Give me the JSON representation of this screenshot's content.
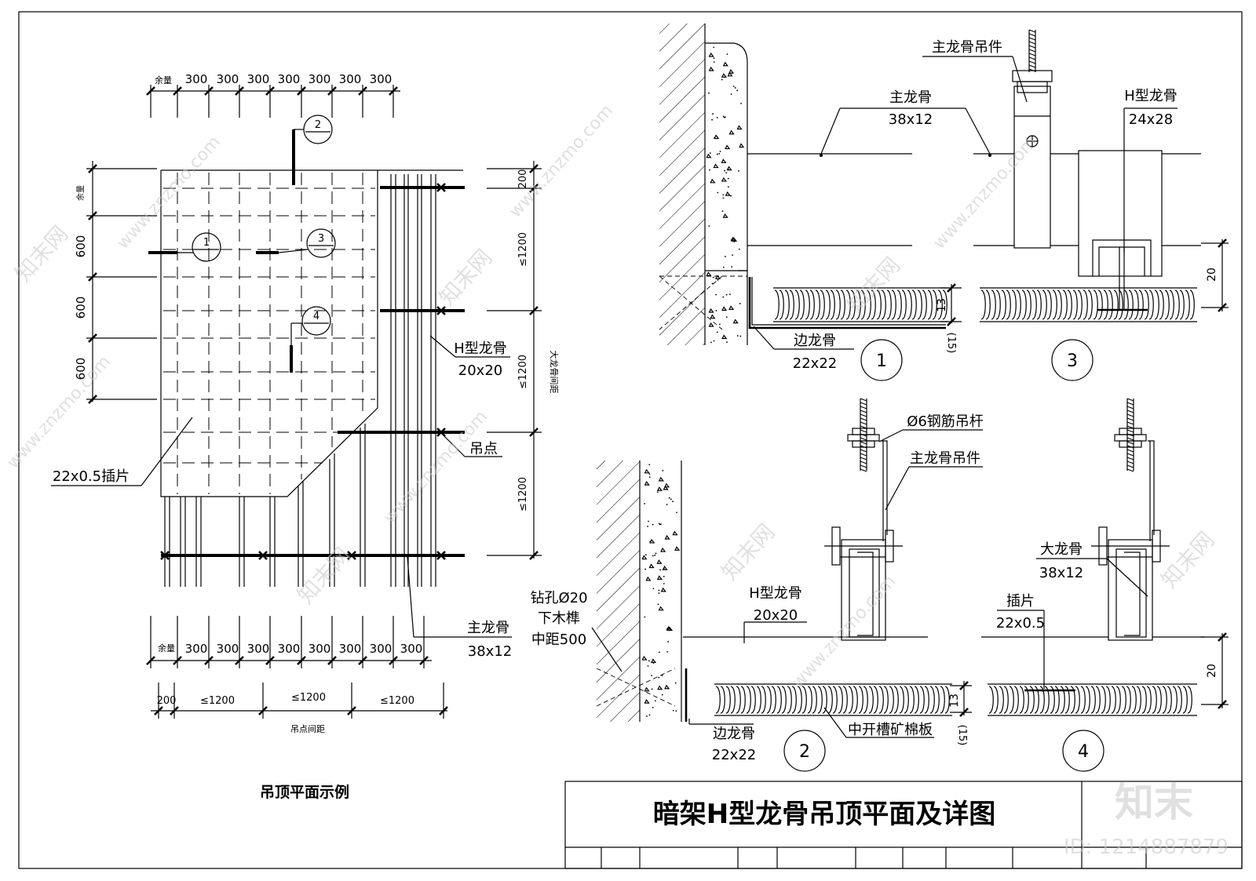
{
  "title_block": {
    "main_title": "暗架H型龙骨吊顶平面及详图",
    "plan_caption": "吊顶平面示例"
  },
  "plan": {
    "top_dims": [
      "余量",
      "300",
      "300",
      "300",
      "300",
      "300",
      "300",
      "300"
    ],
    "bottom_dims": [
      "余量",
      "300",
      "300",
      "300",
      "300",
      "300",
      "300",
      "300",
      "300"
    ],
    "left_dims": [
      "余量",
      "600",
      "600",
      "600"
    ],
    "right_dims": [
      "200",
      "≤1200",
      "≤1200",
      "≤1200"
    ],
    "right_caption": "大龙骨间距",
    "bottom_spacing": [
      "200",
      "≤1200",
      "≤1200",
      "≤1200"
    ],
    "bottom_caption": "吊点间距",
    "callouts": [
      "1",
      "2",
      "3",
      "4"
    ],
    "labels": {
      "h_keel_name": "H型龙骨",
      "h_keel_size": "20x20",
      "hanging_point": "吊点",
      "insert_piece": "22x0.5插片",
      "main_keel_name": "主龙骨",
      "main_keel_size": "38x12"
    }
  },
  "detail1": {
    "number": "1",
    "main_keel_name": "主龙骨",
    "main_keel_size": "38x12",
    "edge_keel_name": "边龙骨",
    "edge_keel_size": "22x22",
    "dim_13": "13",
    "dim_15": "(15)"
  },
  "detail3": {
    "number": "3",
    "hanger_label": "主龙骨吊件",
    "h_keel_name": "H型龙骨",
    "h_keel_size": "24x28",
    "dim_20": "20"
  },
  "detail2": {
    "number": "2",
    "rod_label": "Ø6钢筋吊杆",
    "hanger_label": "主龙骨吊件",
    "h_keel_name": "H型龙骨",
    "h_keel_size": "20x20",
    "drill_1": "钻孔Ø20",
    "drill_2": "下木榫",
    "drill_3": "中距500",
    "edge_keel_name": "边龙骨",
    "edge_keel_size": "22x22",
    "board_label": "中开槽矿棉板",
    "dim_13": "13",
    "dim_15": "(15)"
  },
  "detail4": {
    "number": "4",
    "big_keel_name": "大龙骨",
    "big_keel_size": "38x12",
    "insert_name": "插片",
    "insert_size": "22x0.5",
    "dim_20": "20"
  },
  "watermark": {
    "logo": "知末",
    "id": "ID: 1214887879",
    "site": "www.znzmo.com",
    "site_cn": "知末网"
  }
}
